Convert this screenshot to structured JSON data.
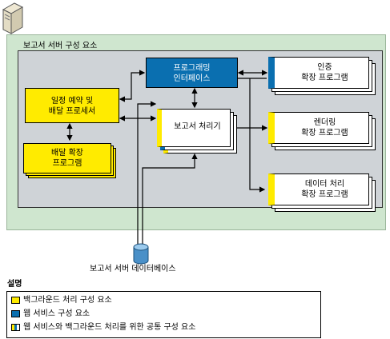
{
  "title": "보고서 서버 구성 요소",
  "components": {
    "programming_interface": "프로그래밍\n인터페이스",
    "scheduling": "일정 예약 및\n배달 프로세서",
    "delivery_ext": "배달 확장\n프로그램",
    "report_processor": "보고서 처리기",
    "auth_ext": "인증\n확장 프로그램",
    "render_ext": "렌더링\n확장 프로그램",
    "data_ext": "데이터 처리\n확장 프로그램",
    "database": "보고서 서버 데이터베이스"
  },
  "legend": {
    "title": "설명",
    "items": [
      {
        "label": "백그라운드 처리 구성 요소",
        "color": "#ffeb00"
      },
      {
        "label": "웹 서비스 구성 요소",
        "color": "#0a6fb0"
      },
      {
        "label": "웹 서비스와 백그라운드 처리를 위한 공통 구성 요소",
        "color": "mixed"
      }
    ]
  },
  "colors": {
    "background_component": "#ffeb00",
    "web_service_component": "#0a6fb0",
    "outer_area": "#cfe6cf",
    "inner_area": "#cfd3d7"
  }
}
